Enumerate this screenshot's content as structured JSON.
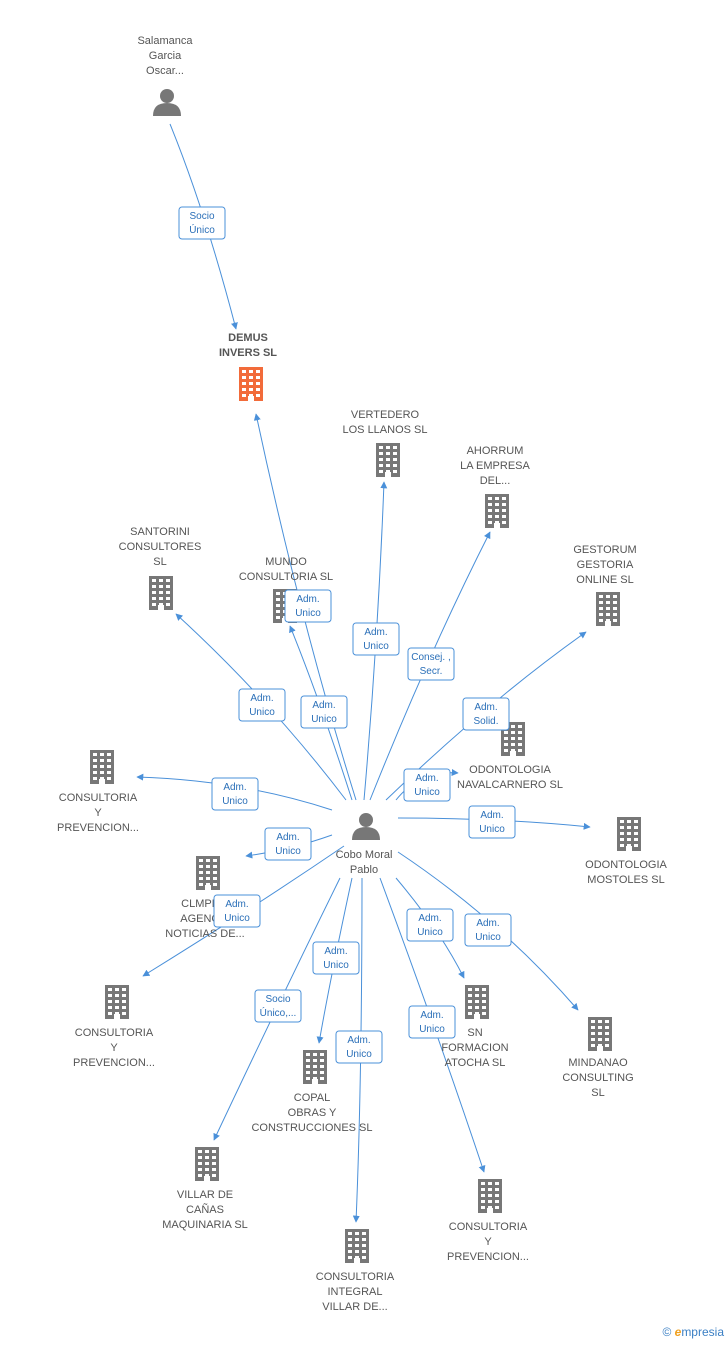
{
  "colors": {
    "edge": "#4a90d9",
    "company": "#777777",
    "focus": "#f26b3a",
    "person": "#777777"
  },
  "nodes": [
    {
      "id": "salamanca",
      "type": "person",
      "label": [
        "Salamanca",
        "Garcia",
        "Oscar..."
      ]
    },
    {
      "id": "demus",
      "type": "company",
      "focus": true,
      "label": [
        "DEMUS",
        "INVERS SL"
      ]
    },
    {
      "id": "vertedero",
      "type": "company",
      "label": [
        "VERTEDERO",
        "LOS LLANOS SL"
      ]
    },
    {
      "id": "ahorrum",
      "type": "company",
      "label": [
        "AHORRUM",
        "LA EMPRESA",
        "DEL..."
      ]
    },
    {
      "id": "santorini",
      "type": "company",
      "label": [
        "SANTORINI",
        "CONSULTORES",
        "SL"
      ]
    },
    {
      "id": "mundo",
      "type": "company",
      "label": [
        "MUNDO",
        "CONSULTORIA SL"
      ]
    },
    {
      "id": "gestorum",
      "type": "company",
      "label": [
        "GESTORUM",
        "GESTORIA",
        "ONLINE SL"
      ]
    },
    {
      "id": "odonto_naval",
      "type": "company",
      "label": [
        "ODONTOLOGIA",
        "NAVALCARNERO SL"
      ]
    },
    {
      "id": "consult1",
      "type": "company",
      "label": [
        "CONSULTORIA",
        "Y",
        "PREVENCION..."
      ]
    },
    {
      "id": "cobo",
      "type": "person",
      "label": [
        "Cobo Moral",
        "Pablo"
      ]
    },
    {
      "id": "odonto_most",
      "type": "company",
      "label": [
        "ODONTOLOGIA",
        "MOSTOLES SL"
      ]
    },
    {
      "id": "clmpr",
      "type": "company",
      "label": [
        "CLMPR...",
        "AGENCIA",
        "NOTICIAS DE..."
      ]
    },
    {
      "id": "consult2",
      "type": "company",
      "label": [
        "CONSULTORIA",
        "Y",
        "PREVENCION..."
      ]
    },
    {
      "id": "sn",
      "type": "company",
      "label": [
        "SN",
        "FORMACION",
        "ATOCHA SL"
      ]
    },
    {
      "id": "mindanao",
      "type": "company",
      "label": [
        "MINDANAO",
        "CONSULTING",
        "SL"
      ]
    },
    {
      "id": "copal",
      "type": "company",
      "label": [
        "COPAL",
        "OBRAS Y",
        "CONSTRUCCIONES SL"
      ]
    },
    {
      "id": "villar",
      "type": "company",
      "label": [
        "VILLAR DE",
        "CAÑAS",
        "MAQUINARIA SL"
      ]
    },
    {
      "id": "consult3",
      "type": "company",
      "label": [
        "CONSULTORIA",
        "Y",
        "PREVENCION..."
      ]
    },
    {
      "id": "consult_integral",
      "type": "company",
      "label": [
        "CONSULTORIA",
        "INTEGRAL",
        "VILLAR DE..."
      ]
    }
  ],
  "edges": [
    {
      "from": "salamanca",
      "to": "demus",
      "label": [
        "Socio",
        "Único"
      ]
    },
    {
      "from": "cobo",
      "to": "demus",
      "label": [
        "Adm.",
        "Unico"
      ]
    },
    {
      "from": "cobo",
      "to": "vertedero",
      "label": [
        "Adm.",
        "Unico"
      ]
    },
    {
      "from": "cobo",
      "to": "ahorrum",
      "label": [
        "Consej. ,",
        "Secr."
      ]
    },
    {
      "from": "cobo",
      "to": "santorini",
      "label": [
        "Adm.",
        "Unico"
      ]
    },
    {
      "from": "cobo",
      "to": "mundo",
      "label": [
        "Adm.",
        "Unico"
      ]
    },
    {
      "from": "cobo",
      "to": "gestorum",
      "label": [
        "Adm.",
        "Solid."
      ]
    },
    {
      "from": "cobo",
      "to": "odonto_naval",
      "label": [
        "Adm.",
        "Unico"
      ]
    },
    {
      "from": "cobo",
      "to": "consult1",
      "label": [
        "Adm.",
        "Unico"
      ]
    },
    {
      "from": "cobo",
      "to": "odonto_most",
      "label": [
        "Adm.",
        "Unico"
      ]
    },
    {
      "from": "cobo",
      "to": "clmpr",
      "label": [
        "Adm.",
        "Unico"
      ]
    },
    {
      "from": "cobo",
      "to": "consult2",
      "label": [
        "Adm.",
        "Unico"
      ]
    },
    {
      "from": "cobo",
      "to": "sn",
      "label": [
        "Adm.",
        "Unico"
      ]
    },
    {
      "from": "cobo",
      "to": "mindanao",
      "label": [
        "Adm.",
        "Unico"
      ]
    },
    {
      "from": "cobo",
      "to": "copal",
      "label": [
        "Adm.",
        "Unico"
      ]
    },
    {
      "from": "cobo",
      "to": "villar",
      "label": [
        "Socio",
        "Único,..."
      ]
    },
    {
      "from": "cobo",
      "to": "consult3",
      "label": [
        "Adm.",
        "Unico"
      ]
    },
    {
      "from": "cobo",
      "to": "consult_integral",
      "label": [
        "Adm.",
        "Unico"
      ]
    }
  ],
  "brand": {
    "copyright": "©",
    "e": "e",
    "rest": "mpresia"
  }
}
